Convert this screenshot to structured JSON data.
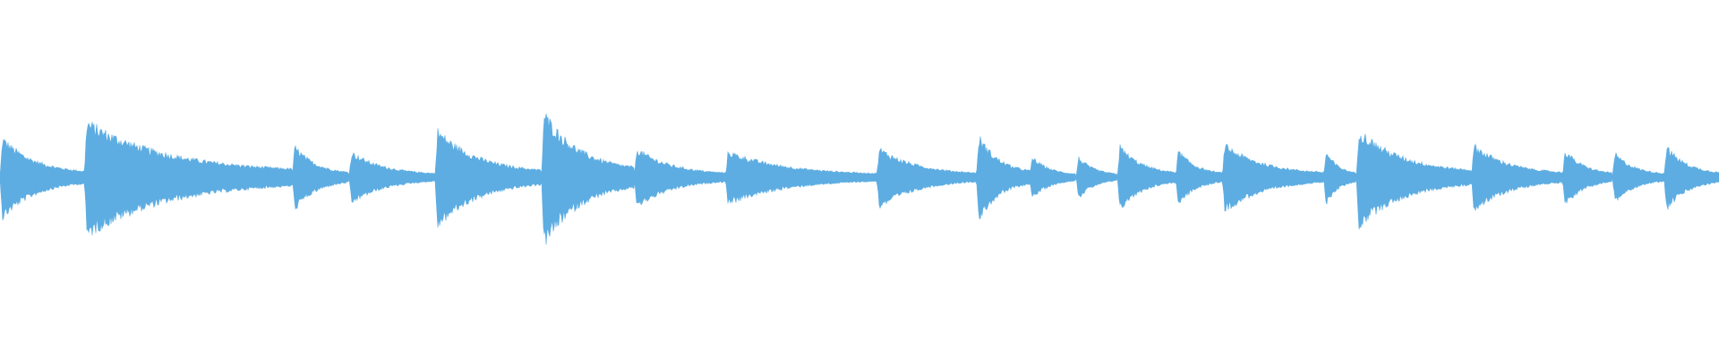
{
  "waveform": {
    "color": "#5dade2",
    "background": "#ffffff",
    "note_onsets": [
      0.0,
      0.049,
      0.17,
      0.203,
      0.253,
      0.315,
      0.369,
      0.422,
      0.51,
      0.568,
      0.599,
      0.626,
      0.65,
      0.684,
      0.711,
      0.77,
      0.789,
      0.856,
      0.909,
      0.938,
      0.968
    ],
    "note_amplitudes": [
      0.55,
      0.75,
      0.45,
      0.35,
      0.65,
      0.9,
      0.4,
      0.35,
      0.4,
      0.6,
      0.3,
      0.3,
      0.45,
      0.4,
      0.45,
      0.4,
      0.65,
      0.45,
      0.4,
      0.35,
      0.45
    ]
  }
}
